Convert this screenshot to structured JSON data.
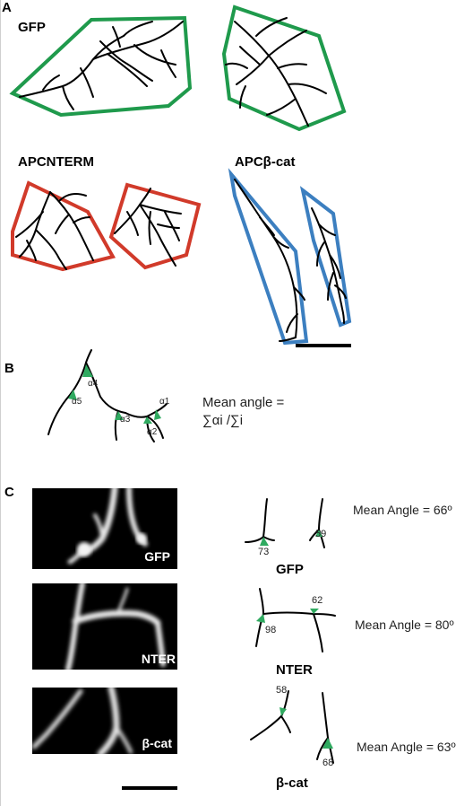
{
  "panels": {
    "a": {
      "letter": "A"
    },
    "b": {
      "letter": "B"
    },
    "c": {
      "letter": "C"
    }
  },
  "panel_a": {
    "labels": {
      "gfp": "GFP",
      "apcnterm": "APCNTERM",
      "apcbcat": "APCβ-cat"
    },
    "colors": {
      "gfp": "#1f9a4c",
      "apcnterm": "#d13a2a",
      "apcbcat": "#3c7fc0"
    }
  },
  "panel_b": {
    "formula_line1": "Mean angle =",
    "formula_line2": "∑αi /∑i",
    "angle_labels": [
      "α1",
      "α2",
      "α3",
      "α4",
      "α5"
    ]
  },
  "panel_c": {
    "rows": [
      {
        "image_label": "GFP",
        "condition": "GFP",
        "angles": [
          "73",
          "59"
        ],
        "mean_text": "Mean Angle  =  66º"
      },
      {
        "image_label": "NTER",
        "condition": "NTER",
        "angles": [
          "98",
          "62"
        ],
        "mean_text": "Mean Angle =  80º"
      },
      {
        "image_label": "β-cat",
        "condition": "β-cat",
        "angles": [
          "58",
          "68"
        ],
        "mean_text": "Mean Angle =  63º"
      }
    ]
  }
}
